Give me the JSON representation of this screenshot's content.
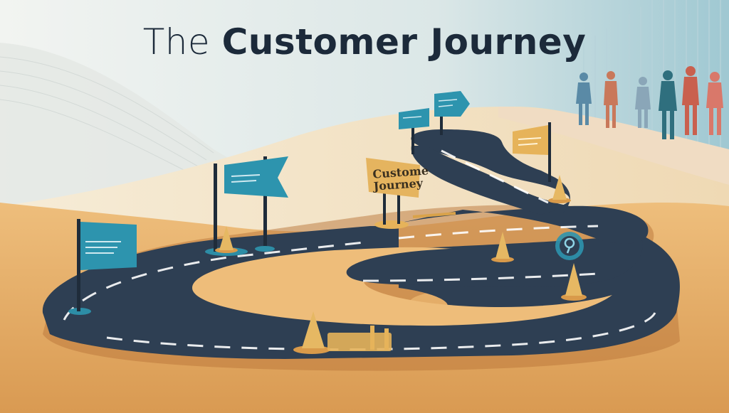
{
  "title": {
    "part_a": "The",
    "part_b": "Customer Journey"
  },
  "sign": {
    "line1": "Custome",
    "line2": "Journey"
  },
  "colors": {
    "road": "#2e3f53",
    "flag_teal": "#2d94ae",
    "flag_gold": "#e0a94a",
    "cone": "#e6b863",
    "ground": "#e7a962",
    "sand": "#f1e4c8",
    "sky": "#d4e4e6"
  }
}
